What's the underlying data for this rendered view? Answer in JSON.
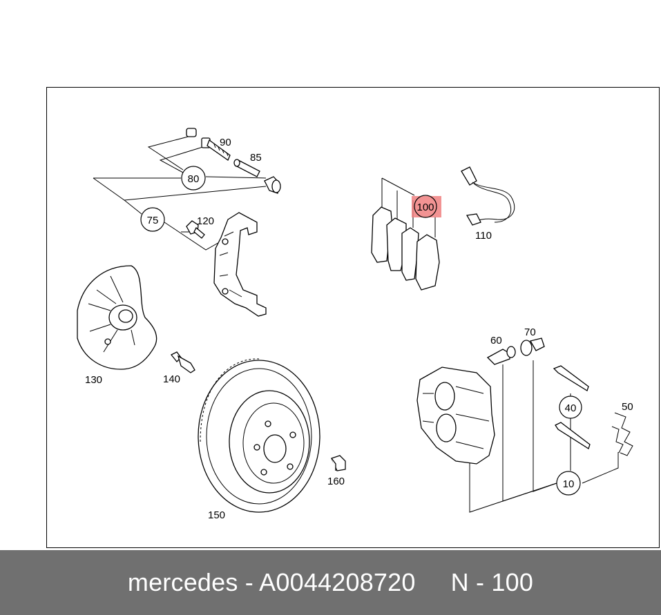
{
  "footer": {
    "brand": "mercedes",
    "separator1": " - ",
    "part_number": "A0044208720",
    "gap": "     ",
    "callout_prefix": "N",
    "separator2": " - ",
    "callout_number": "100"
  },
  "highlight_color": "#f08080",
  "labels": {
    "c90": "90",
    "c85": "85",
    "c80": "80",
    "c75": "75",
    "c120": "120",
    "c100": "100",
    "c110": "110",
    "c130": "130",
    "c140": "140",
    "c60": "60",
    "c70": "70",
    "c40": "40",
    "c50": "50",
    "c10": "10",
    "c150": "150",
    "c160": "160"
  }
}
